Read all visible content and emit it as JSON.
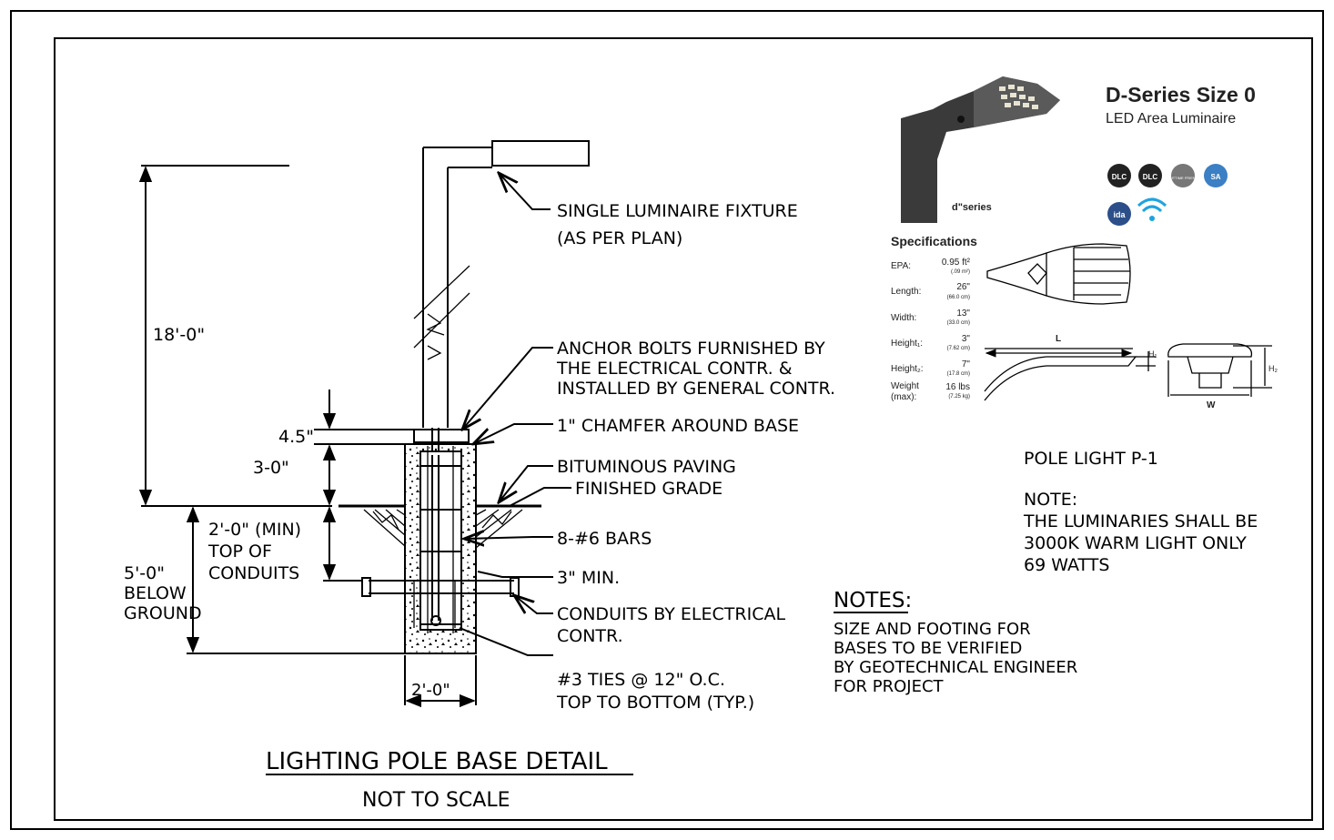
{
  "detail": {
    "title": "LIGHTING POLE BASE DETAIL",
    "subtitle": "NOT TO SCALE",
    "labels": {
      "fixture_line1": "SINGLE LUMINAIRE FIXTURE",
      "fixture_line2": "(AS PER PLAN)",
      "anchor_line1": "ANCHOR BOLTS FURNISHED BY",
      "anchor_line2": "THE ELECTRICAL CONTR. &",
      "anchor_line3": "INSTALLED BY GENERAL CONTR.",
      "chamfer": "1\" CHAMFER AROUND BASE",
      "paving": "BITUMINOUS PAVING",
      "grade": "FINISHED GRADE",
      "bars": "8-#6 BARS",
      "min3": "3\" MIN.",
      "conduits_line1": "CONDUITS BY ELECTRICAL",
      "conduits_line2": "CONTR.",
      "ties_line1": "#3 TIES @ 12\" O.C.",
      "ties_line2": "TOP TO BOTTOM (TYP.)"
    },
    "dimensions": {
      "height": "18'-0\"",
      "chamfer_height": "4.5\"",
      "above_grade": "3-0\"",
      "conduit_depth_line1": "2'-0\" (MIN)",
      "conduit_depth_line2": "TOP OF",
      "conduit_depth_line3": "CONDUITS",
      "below_line1": "5'-0\"",
      "below_line2": "BELOW",
      "below_line3": "GROUND",
      "width": "2'-0\""
    }
  },
  "product": {
    "name": "D-Series Size 0",
    "subtitle": "LED Area Luminaire",
    "brand_mark": "d\"series",
    "badges": [
      "DLC",
      "DLC",
      "NIGHTTIME FRIENDLY",
      "SA",
      "ida"
    ],
    "specs_title": "Specifications",
    "specs": [
      {
        "label": "EPA:",
        "value": "0.95 ft²",
        "metric": "(.09 m²)"
      },
      {
        "label": "Length:",
        "value": "26\"",
        "metric": "(66.0 cm)"
      },
      {
        "label": "Width:",
        "value": "13\"",
        "metric": "(33.0 cm)"
      },
      {
        "label": "Height₁:",
        "value": "3\"",
        "metric": "(7.62 cm)"
      },
      {
        "label": "Height₂:",
        "value": "7\"",
        "metric": "(17.8 cm)"
      },
      {
        "label": "Weight",
        "label2": "(max):",
        "value": "16 lbs",
        "metric": "(7.25 kg)"
      }
    ],
    "dim_labels": {
      "L": "L",
      "H1": "H₁",
      "H2": "H₂",
      "W": "W"
    }
  },
  "pole_light": {
    "title": "POLE LIGHT P-1",
    "note_label": "NOTE:",
    "note_line1": "THE LUMINARIES SHALL BE",
    "note_line2": "3000K WARM LIGHT ONLY",
    "note_line3": "69 WATTS"
  },
  "notes": {
    "heading": "NOTES:",
    "line1": "SIZE AND FOOTING FOR",
    "line2": "BASES TO BE VERIFIED",
    "line3": "BY GEOTECHNICAL ENGINEER",
    "line4": "FOR PROJECT"
  }
}
